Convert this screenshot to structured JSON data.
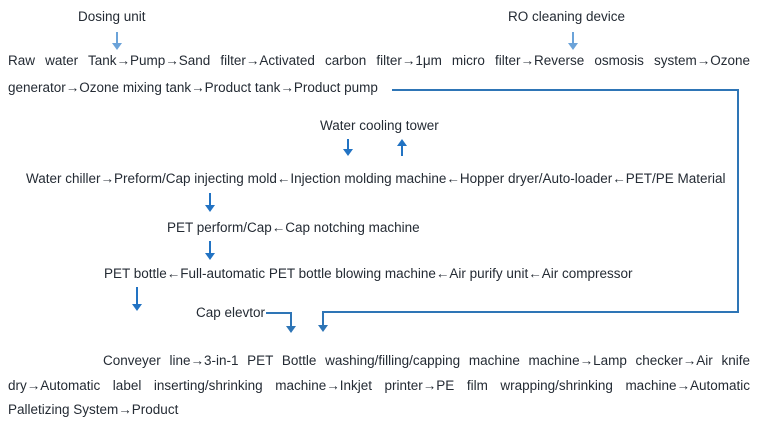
{
  "colors": {
    "background": "#ffffff",
    "text": "#242b34",
    "arrow_light_blue": "#6ba3d9",
    "arrow_blue": "#2273c3",
    "connector_blue": "#2e75b6"
  },
  "labels": {
    "dosing_unit": "Dosing unit",
    "ro_cleaning_device": "RO cleaning device",
    "water_cooling_tower": "Water cooling tower",
    "cap_elevator": "Cap elevtor"
  },
  "flows": {
    "water_treatment_line_1": "Raw water Tank→Pump→Sand filter→Activated carbon filter→1μm micro filter→Reverse osmosis system→Ozone",
    "water_treatment_line_2": "generator→Ozone mixing tank→Product tank→Product pump",
    "injection_molding_row": "Water chiller→Preform/Cap injecting mold←Injection molding machine←Hopper dryer/Auto-loader←PET/PE Material",
    "cap_notching_row": "PET perform/Cap←Cap notching machine",
    "bottle_blowing_row": "PET bottle←Full-automatic PET bottle blowing machine←Air purify unit←Air compressor",
    "filling_line_1": "Conveyer line→3-in-1 PET Bottle washing/filling/capping machine machine→Lamp checker→Air knife",
    "filling_line_2": "dry→Automatic label inserting/shrinking machine→Inkjet printer→PE film wrapping/shrinking machine→Automatic",
    "filling_line_3": "Palletizing System→Product"
  }
}
